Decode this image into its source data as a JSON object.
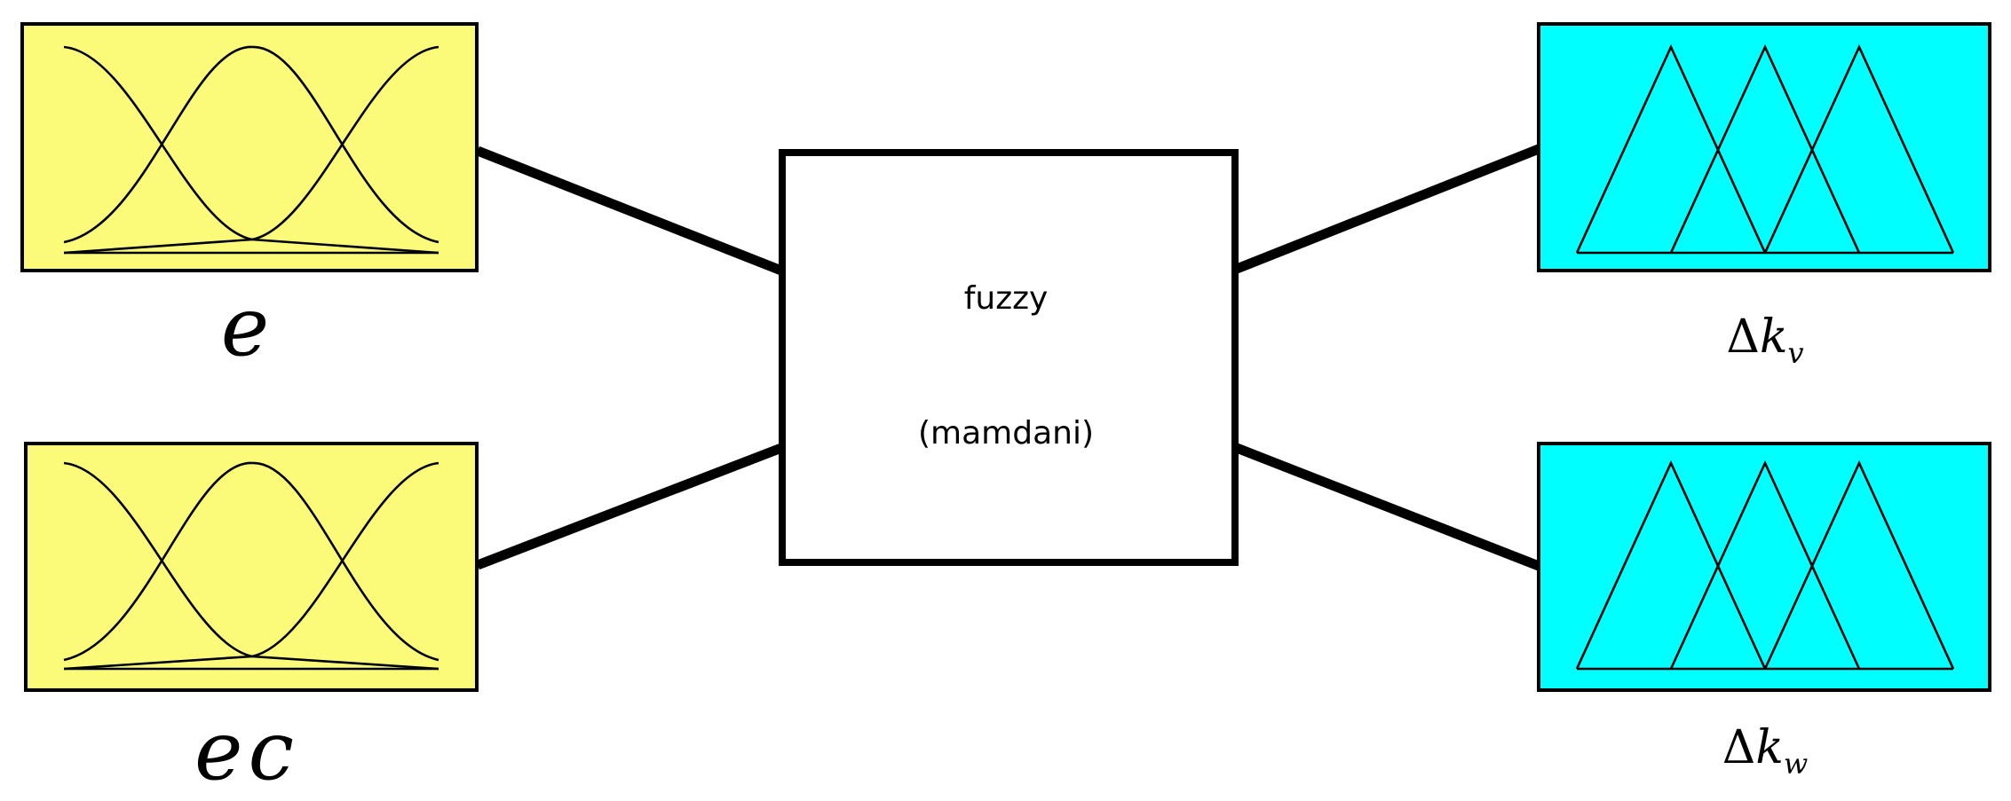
{
  "colors": {
    "input_fill": "#fbfa79",
    "output_fill": "#00ffff",
    "system_fill": "#ffffff",
    "stroke": "#000000"
  },
  "system": {
    "name": "fuzzy",
    "type": "(mamdani)"
  },
  "inputs": [
    {
      "label": "e"
    },
    {
      "label": "ec"
    }
  ],
  "outputs": [
    {
      "delta": "Δ",
      "base": "k",
      "sub": "v"
    },
    {
      "delta": "Δ",
      "base": "k",
      "sub": "w"
    }
  ]
}
